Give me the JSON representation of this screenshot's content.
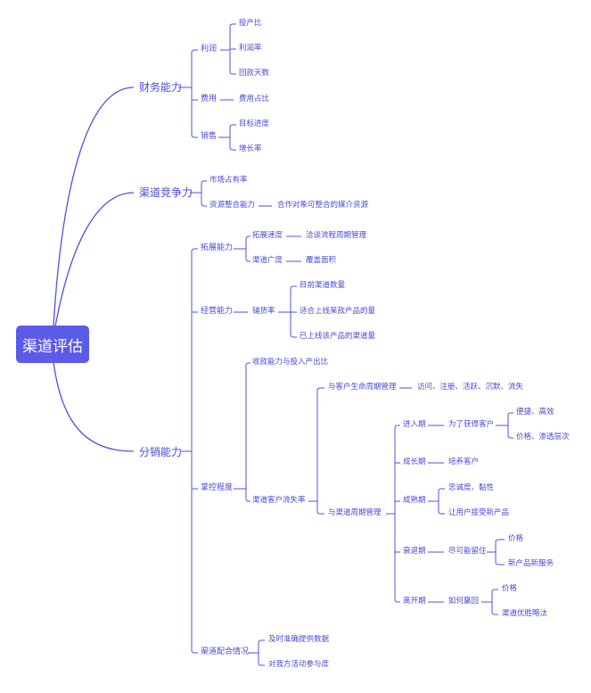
{
  "root": "渠道评估",
  "l1": {
    "finance": "财务能力",
    "compete": "渠道竞争力",
    "distribution": "分销能力"
  },
  "finance": {
    "profit": "利润",
    "profit_items": [
      "投产比",
      "利润率",
      "回款天数"
    ],
    "cost": "费用",
    "cost_item": "费用占比",
    "sales": "销售",
    "sales_items": [
      "目标进度",
      "增长率"
    ]
  },
  "compete": {
    "market_share": "市场占有率",
    "resource": "资源整合能力",
    "resource_item": "合作对象可整合的媒介资源"
  },
  "distribution": {
    "expand": "拓展能力",
    "expand_speed": "拓展速度",
    "expand_speed_item": "洽谈流程周期管理",
    "expand_breadth": "渠道广度",
    "expand_breadth_item": "覆盖面积",
    "operate": "经营能力",
    "stocking": "铺货率",
    "stocking_items": [
      "目前渠道数量",
      "适合上线某款产品的量",
      "已上线该产品的渠道量"
    ],
    "control": "掌控程度",
    "return_ratio": "收款能力与投入产出比",
    "churn": "渠道客户流失率",
    "customer_lifecycle": "与客户生命周期管理",
    "customer_lifecycle_item": "访问、注册、活跃、沉默、流失",
    "channel_cycle": "与渠道周期管理",
    "phases": {
      "entry": "进入期",
      "entry_goal": "为了获得客户",
      "entry_items": [
        "便捷、高效",
        "价格、渗透层次"
      ],
      "growth": "成长期",
      "growth_item": "培养客户",
      "mature": "成熟期",
      "mature_items": [
        "忠诚度、黏性",
        "让用户接受新产品"
      ],
      "decline": "衰退期",
      "decline_goal": "尽可能留住",
      "decline_items": [
        "价格",
        "新产品新服务"
      ],
      "exit": "离开期",
      "exit_goal": "如何赢回",
      "exit_items": [
        "价格",
        "渠道优胜略汰"
      ]
    },
    "cooperation": "渠道配合情况",
    "cooperation_items": [
      "及时准确提供数据",
      "对我方活动参与度"
    ]
  },
  "colors": {
    "line": "#5252e0",
    "text": "#4a4ad6",
    "root_bg": "#5b5bea",
    "root_text": "#ffffff"
  }
}
